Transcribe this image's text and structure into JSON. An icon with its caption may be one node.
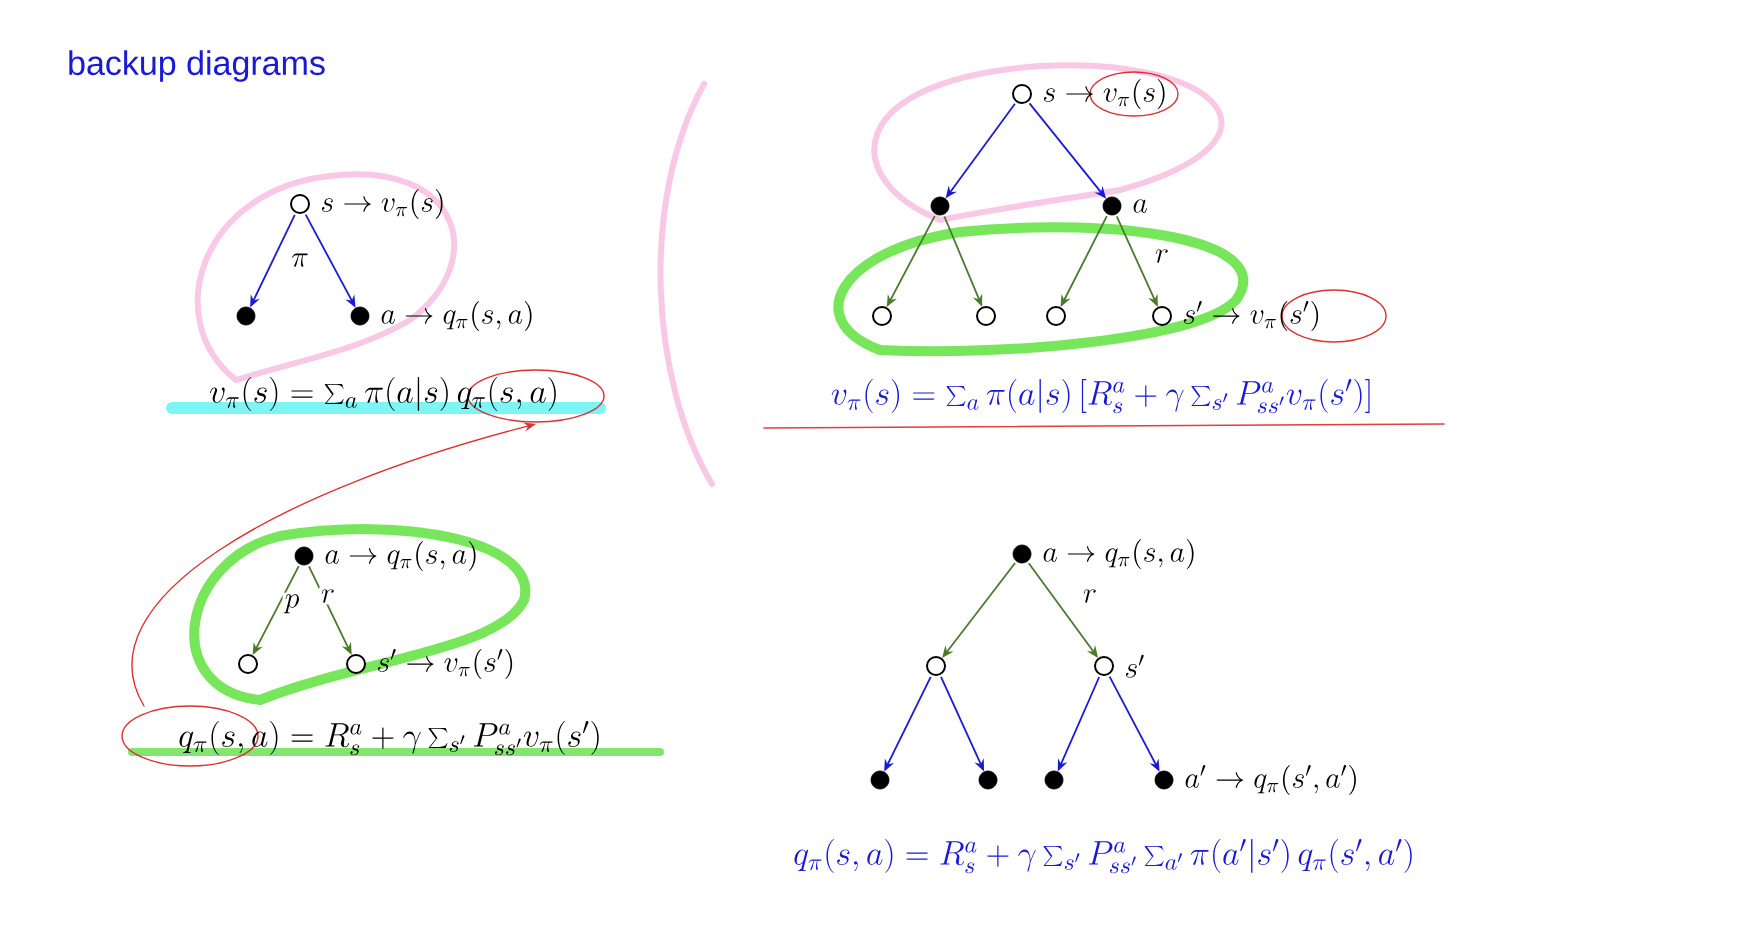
{
  "diagram": {
    "title": "backup diagrams",
    "nodes": [
      {
        "text": [],
        "shape": "circle",
        "beside": [
          "s \\to v_\\pi(s)"
        ]
      },
      {
        "text": [],
        "shape": "dot"
      },
      {
        "text": [],
        "shape": "dot",
        "beside": [
          "a \\to q_\\pi(s,a)"
        ]
      },
      {
        "text": [],
        "shape": "circle",
        "beside": [
          "s \\to v_\\pi(s)"
        ]
      },
      {
        "text": [],
        "shape": "dot"
      },
      {
        "text": [],
        "shape": "dot",
        "beside": [
          "a"
        ]
      },
      {
        "text": [],
        "shape": "circle"
      },
      {
        "text": [],
        "shape": "circle"
      },
      {
        "text": [],
        "shape": "circle"
      },
      {
        "text": [],
        "shape": "circle",
        "beside": [
          "s' \\to v_\\pi(s')"
        ]
      },
      {
        "text": [],
        "shape": "dot",
        "beside": [
          "a \\to q_\\pi(s,a)"
        ]
      },
      {
        "text": [],
        "shape": "circle"
      },
      {
        "text": [],
        "shape": "circle",
        "beside": [
          "s' \\to v_\\pi(s')"
        ]
      },
      {
        "text": [],
        "shape": "dot",
        "beside": [
          "a \\to q_\\pi(s,a)"
        ]
      },
      {
        "text": [],
        "shape": "circle"
      },
      {
        "text": [],
        "shape": "circle",
        "beside": [
          "s'"
        ]
      },
      {
        "text": [],
        "shape": "dot"
      },
      {
        "text": [],
        "shape": "dot"
      },
      {
        "text": [],
        "shape": "dot"
      },
      {
        "text": [],
        "shape": "dot",
        "beside": [
          "a' \\to q_\\pi(s',a')"
        ]
      }
    ],
    "edges": [
      {
        "from": 0,
        "to": 1,
        "arrow": "to",
        "label": "\\pi",
        "color": "#1a1ad6"
      },
      {
        "from": 0,
        "to": 2,
        "arrow": "to",
        "color": "#1a1ad6"
      },
      {
        "from": 3,
        "to": 4,
        "arrow": "to",
        "color": "#1a1ad6"
      },
      {
        "from": 3,
        "to": 5,
        "arrow": "to",
        "color": "#1a1ad6"
      },
      {
        "from": 4,
        "to": 6,
        "arrow": "to",
        "color": "#4a7a2a"
      },
      {
        "from": 4,
        "to": 7,
        "arrow": "to",
        "color": "#4a7a2a"
      },
      {
        "from": 5,
        "to": 8,
        "arrow": "to",
        "color": "#4a7a2a"
      },
      {
        "from": 5,
        "to": 9,
        "arrow": "to",
        "label": "r",
        "color": "#4a7a2a"
      },
      {
        "from": 10,
        "to": 11,
        "arrow": "to",
        "label": "p",
        "color": "#4a7a2a"
      },
      {
        "from": 10,
        "to": 12,
        "arrow": "to",
        "label": "r",
        "color": "#4a7a2a"
      },
      {
        "from": 13,
        "to": 14,
        "arrow": "to",
        "color": "#4a7a2a"
      },
      {
        "from": 13,
        "to": 15,
        "arrow": "to",
        "label": "r",
        "color": "#4a7a2a"
      },
      {
        "from": 14,
        "to": 16,
        "arrow": "to",
        "color": "#1a1ad6"
      },
      {
        "from": 14,
        "to": 17,
        "arrow": "to",
        "color": "#1a1ad6"
      },
      {
        "from": 15,
        "to": 18,
        "arrow": "to",
        "color": "#1a1ad6"
      },
      {
        "from": 15,
        "to": 19,
        "arrow": "to",
        "color": "#1a1ad6"
      }
    ],
    "labels": [
      "v_\\pi(s) = \\sum_a \\pi(a|s)\\, q_\\pi(s,a)",
      "q_\\pi(s,a) = R_s^a + \\gamma \\sum_{s'} P_{ss'}^a v_\\pi(s')",
      "v_\\pi(s) = \\sum_a \\pi(a|s)\\,[R_s^a + \\gamma \\sum_{s'} P_{ss'}^a v_\\pi(s')]",
      "q_\\pi(s,a) = R_s^a + \\gamma \\sum_{s'} P_{ss'}^a \\sum_{a'} \\pi(a'|s')\\, q_\\pi(s',a')"
    ]
  }
}
